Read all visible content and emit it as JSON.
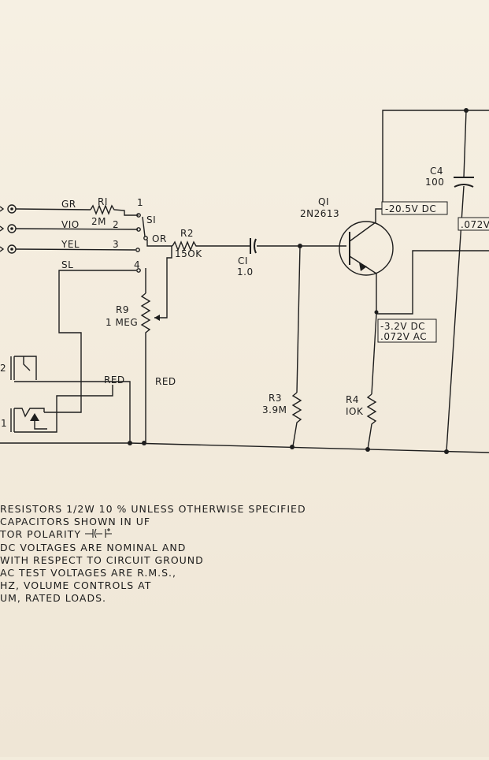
{
  "wire_labels": {
    "gr": "GR",
    "vio": "VIO",
    "yel": "YEL",
    "sl": "SL",
    "red_a": "RED",
    "red_b": "RED",
    "or": "OR"
  },
  "switch": {
    "name": "SI",
    "pos1": "1",
    "pos2": "2",
    "pos3": "3",
    "pos4": "4"
  },
  "components": {
    "r1": {
      "ref": "RI",
      "value": "2M"
    },
    "r2": {
      "ref": "R2",
      "value": "15OK"
    },
    "c1": {
      "ref": "CI",
      "value": "1.0"
    },
    "r9": {
      "ref": "R9",
      "value": "1 MEG"
    },
    "r3": {
      "ref": "R3",
      "value": "3.9M"
    },
    "r4": {
      "ref": "R4",
      "value": "IOK"
    },
    "q1": {
      "ref": "QI",
      "value": "2N2613"
    },
    "c4": {
      "ref": "C4",
      "value": "100"
    }
  },
  "test_points": {
    "collector": "-20.5V DC",
    "emitter_dc": "-3.2V DC",
    "emitter_ac": ".072V AC",
    "right_ac": ".072V"
  },
  "jack_labels": {
    "j2": "2",
    "j1": "1"
  },
  "notes": [
    "RESISTORS  1/2W  10 %  UNLESS  OTHERWISE  SPECIFIED",
    "CAPACITORS  SHOWN  IN  UF",
    "TOR  POLARITY ",
    "DC  VOLTAGES  ARE  NOMINAL  AND",
    "  WITH  RESPECT  TO  CIRCUIT  GROUND",
    "AC  TEST  VOLTAGES  ARE  R.M.S.,",
    " HZ,  VOLUME  CONTROLS  AT",
    "UM, RATED  LOADS."
  ]
}
